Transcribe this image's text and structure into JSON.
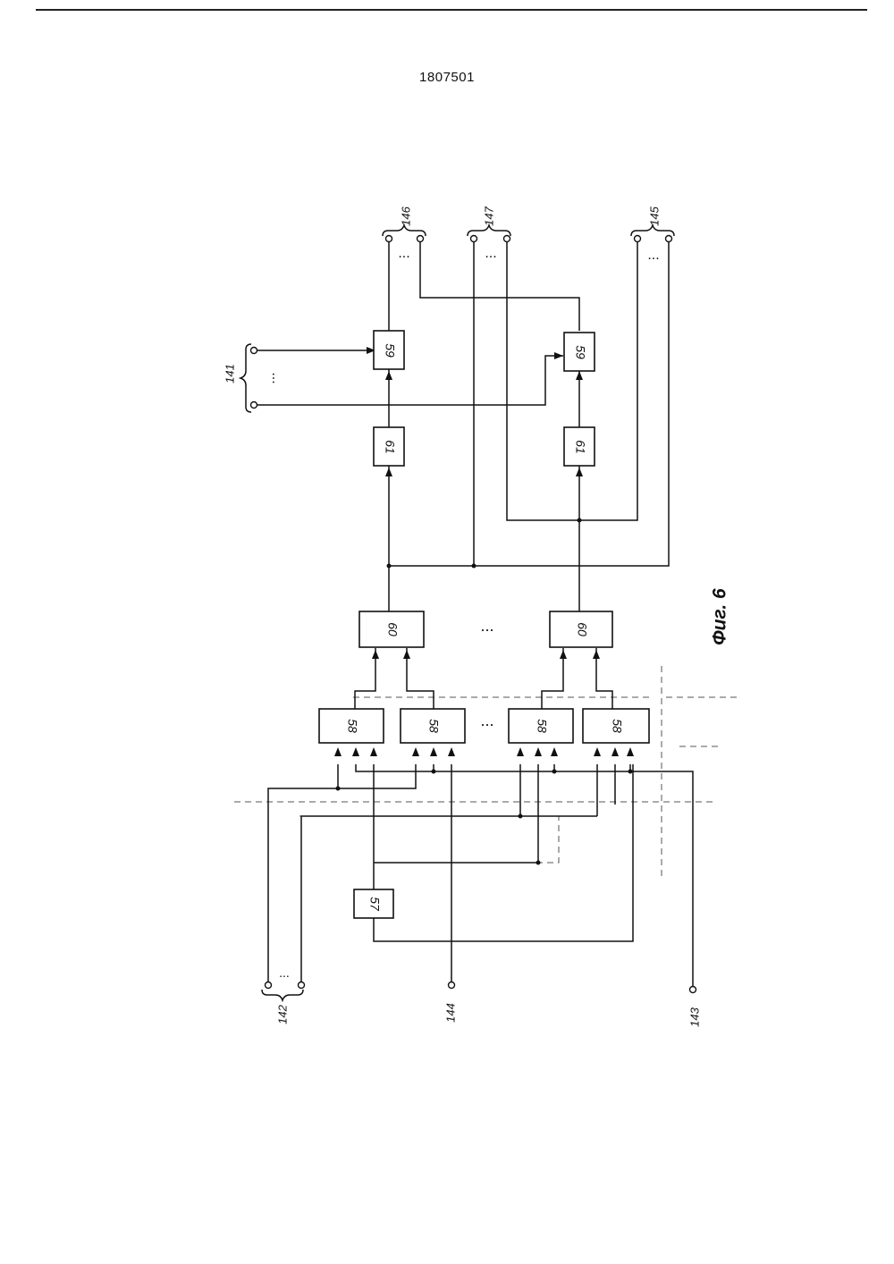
{
  "document": {
    "page_number": "1807501",
    "figure_caption": "Фиг. 6"
  },
  "blocks": {
    "b57": "57",
    "b58": "58",
    "b59": "59",
    "b60": "60",
    "b61": "61"
  },
  "terminals": {
    "t141": "141",
    "t142": "142",
    "t143": "143",
    "t144": "144",
    "t145": "145",
    "t146": "146",
    "t147": "147"
  },
  "ellipsis": "..."
}
